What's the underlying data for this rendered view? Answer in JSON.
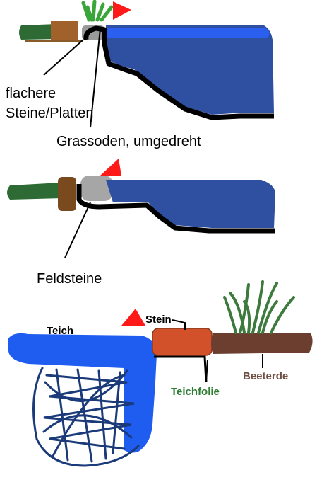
{
  "panel_top": {
    "labels": {
      "flat_stones_line1": "flachere",
      "flat_stones_line2": "Steine/Platten",
      "turf": "Grassoden, umgedreht"
    }
  },
  "panel_middle": {
    "labels": {
      "field_stones": "Feldsteine"
    }
  },
  "panel_bottom": {
    "labels": {
      "pond": "Teich",
      "stone": "Stein",
      "liner": "Teichfolie",
      "soil": "Beeterde"
    }
  },
  "colors": {
    "water": "#2f4fa0",
    "water_bright": "#1f5cf0",
    "grass": "#2e6b34",
    "soil_brown": "#7a4a1f",
    "stone_gray": "#9a9a9a",
    "marker_red": "#ff1a1a",
    "stone_orange": "#d2502a",
    "label_green": "#2e7d32",
    "label_brown": "#6d4c41",
    "liner_black": "#000000"
  }
}
